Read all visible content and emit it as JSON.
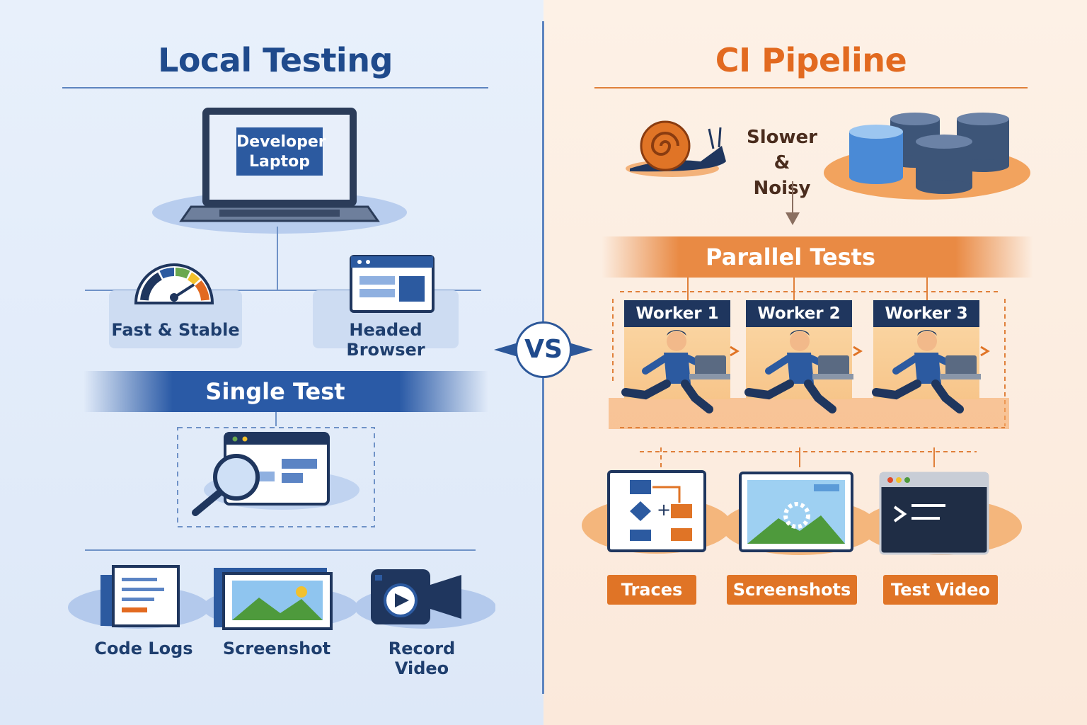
{
  "left": {
    "title": "Local Testing",
    "laptop_label_line1": "Developer",
    "laptop_label_line2": "Laptop",
    "fast_stable": "Fast & Stable",
    "headed_browser": "Headed Browser",
    "single_test": "Single Test",
    "artifacts": [
      "Code Logs",
      "Screenshot",
      "Record Video"
    ]
  },
  "center": {
    "vs": "VS"
  },
  "right": {
    "title": "CI Pipeline",
    "slow_noisy_line1": "Slower &",
    "slow_noisy_line2": "Noisy",
    "parallel": "Parallel Tests",
    "workers": [
      "Worker 1",
      "Worker 2",
      "Worker 3"
    ],
    "artifacts": [
      "Traces",
      "Screenshots",
      "Test Video"
    ]
  },
  "colors": {
    "blue": "#1f4a8c",
    "orange": "#e26a20"
  },
  "icons": [
    "laptop-icon",
    "gauge-icon",
    "browser-window-icon",
    "magnifier-icon",
    "document-icon",
    "image-icon",
    "video-camera-icon",
    "snail-icon",
    "database-icon",
    "runner-icon",
    "flowchart-icon",
    "terminal-icon"
  ]
}
